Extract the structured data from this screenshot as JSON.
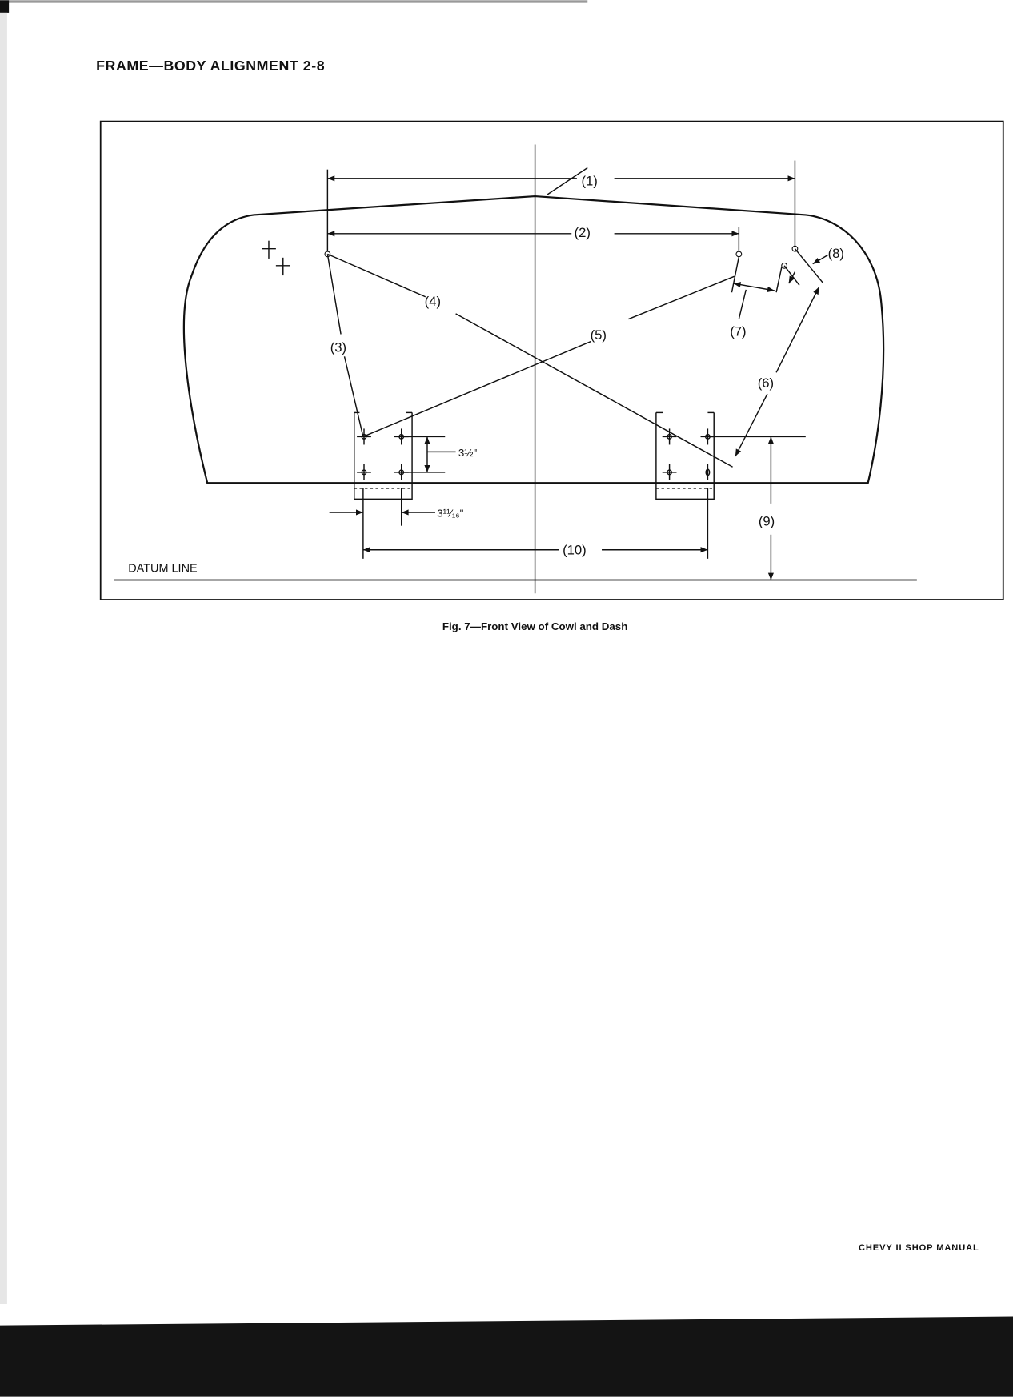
{
  "page": {
    "header": "FRAME—BODY ALIGNMENT 2-8",
    "footer": "CHEVY II SHOP MANUAL"
  },
  "figure": {
    "caption": "Fig. 7—Front View of Cowl and Dash",
    "datum_label": "DATUM LINE",
    "dimension_labels": [
      "(1)",
      "(2)",
      "(3)",
      "(4)",
      "(5)",
      "(6)",
      "(7)",
      "(8)",
      "(9)",
      "(10)"
    ],
    "hole_spacing_vertical": "3½\"",
    "hole_spacing_horizontal": "3¹¹⁄₁₆\""
  }
}
